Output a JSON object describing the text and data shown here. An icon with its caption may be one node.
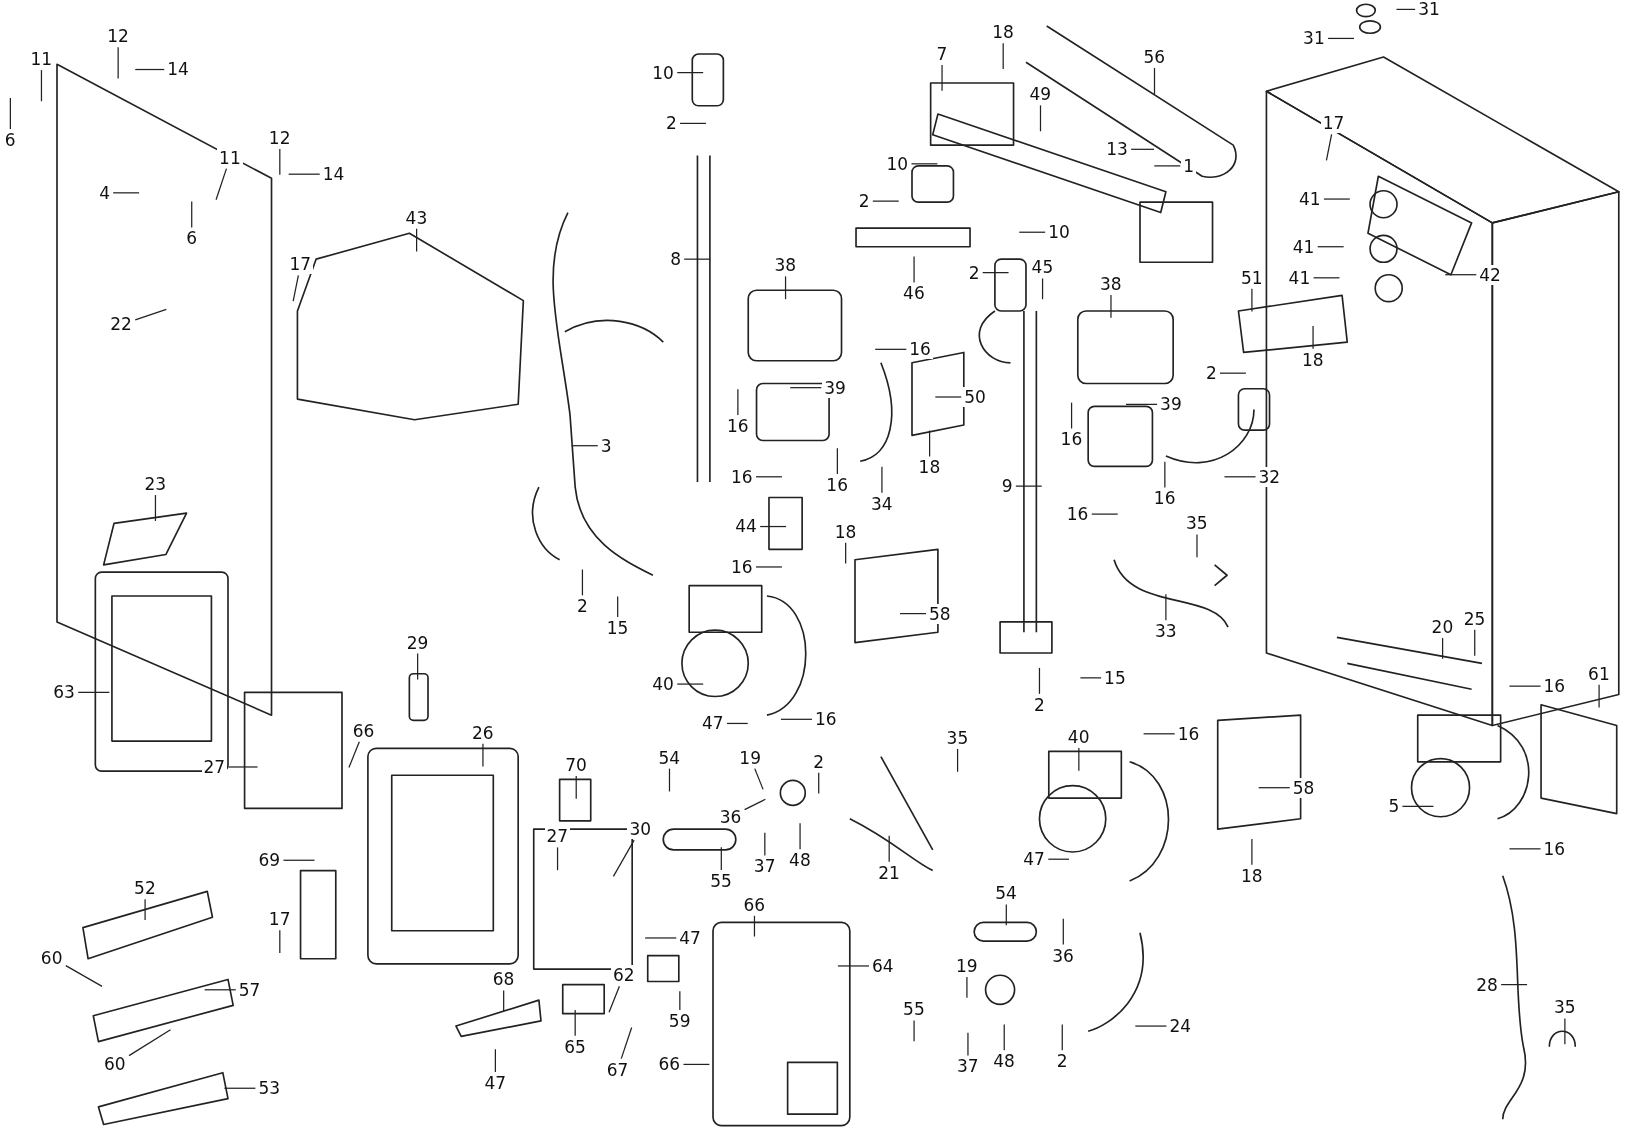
{
  "diagram": {
    "nodes": [
      {
        "text": [
          "11"
        ]
      },
      {
        "text": [
          "12"
        ]
      },
      {
        "text": [
          "14"
        ]
      },
      {
        "text": [
          "6"
        ]
      },
      {
        "text": [
          "11"
        ]
      },
      {
        "text": [
          "12"
        ]
      },
      {
        "text": [
          "14"
        ]
      },
      {
        "text": [
          "4"
        ]
      },
      {
        "text": [
          "6"
        ]
      },
      {
        "text": [
          "43"
        ]
      },
      {
        "text": [
          "22"
        ]
      },
      {
        "text": [
          "17"
        ]
      },
      {
        "text": [
          "23"
        ]
      },
      {
        "text": [
          "63"
        ]
      },
      {
        "text": [
          "27"
        ]
      },
      {
        "text": [
          "29"
        ]
      },
      {
        "text": [
          "66"
        ]
      },
      {
        "text": [
          "26"
        ]
      },
      {
        "text": [
          "69"
        ]
      },
      {
        "text": [
          "52"
        ]
      },
      {
        "text": [
          "17"
        ]
      },
      {
        "text": [
          "60"
        ]
      },
      {
        "text": [
          "57"
        ]
      },
      {
        "text": [
          "60"
        ]
      },
      {
        "text": [
          "53"
        ]
      },
      {
        "text": [
          "10"
        ]
      },
      {
        "text": [
          "2"
        ]
      },
      {
        "text": [
          "8"
        ]
      },
      {
        "text": [
          "2"
        ]
      },
      {
        "text": [
          "3"
        ]
      },
      {
        "text": [
          "2"
        ]
      },
      {
        "text": [
          "15"
        ]
      },
      {
        "text": [
          "38"
        ]
      },
      {
        "text": [
          "39"
        ]
      },
      {
        "text": [
          "16"
        ]
      },
      {
        "text": [
          "16"
        ]
      },
      {
        "text": [
          "16"
        ]
      },
      {
        "text": [
          "44"
        ]
      },
      {
        "text": [
          "16"
        ]
      },
      {
        "text": [
          "40"
        ]
      },
      {
        "text": [
          "16"
        ]
      },
      {
        "text": [
          "47"
        ]
      },
      {
        "text": [
          "54"
        ]
      },
      {
        "text": [
          "19"
        ]
      },
      {
        "text": [
          "2"
        ]
      },
      {
        "text": [
          "36"
        ]
      },
      {
        "text": [
          "35"
        ]
      },
      {
        "text": [
          "37"
        ]
      },
      {
        "text": [
          "48"
        ]
      },
      {
        "text": [
          "55"
        ]
      },
      {
        "text": [
          "21"
        ]
      },
      {
        "text": [
          "70"
        ]
      },
      {
        "text": [
          "27"
        ]
      },
      {
        "text": [
          "30"
        ]
      },
      {
        "text": [
          "47"
        ]
      },
      {
        "text": [
          "68"
        ]
      },
      {
        "text": [
          "62"
        ]
      },
      {
        "text": [
          "65"
        ]
      },
      {
        "text": [
          "67"
        ]
      },
      {
        "text": [
          "59"
        ]
      },
      {
        "text": [
          "47"
        ]
      },
      {
        "text": [
          "66"
        ]
      },
      {
        "text": [
          "64"
        ]
      },
      {
        "text": [
          "66"
        ]
      },
      {
        "text": [
          "7"
        ]
      },
      {
        "text": [
          "18"
        ]
      },
      {
        "text": [
          "56"
        ]
      },
      {
        "text": [
          "49"
        ]
      },
      {
        "text": [
          "10"
        ]
      },
      {
        "text": [
          "13"
        ]
      },
      {
        "text": [
          "1"
        ]
      },
      {
        "text": [
          "10"
        ]
      },
      {
        "text": [
          "2"
        ]
      },
      {
        "text": [
          "45"
        ]
      },
      {
        "text": [
          "46"
        ]
      },
      {
        "text": [
          "16"
        ]
      },
      {
        "text": [
          "50"
        ]
      },
      {
        "text": [
          "18"
        ]
      },
      {
        "text": [
          "34"
        ]
      },
      {
        "text": [
          "38"
        ]
      },
      {
        "text": [
          "39"
        ]
      },
      {
        "text": [
          "16"
        ]
      },
      {
        "text": [
          "16"
        ]
      },
      {
        "text": [
          "9"
        ]
      },
      {
        "text": [
          "16"
        ]
      },
      {
        "text": [
          "35"
        ]
      },
      {
        "text": [
          "18"
        ]
      },
      {
        "text": [
          "58"
        ]
      },
      {
        "text": [
          "33"
        ]
      },
      {
        "text": [
          "15"
        ]
      },
      {
        "text": [
          "2"
        ]
      },
      {
        "text": [
          "32"
        ]
      },
      {
        "text": [
          "40"
        ]
      },
      {
        "text": [
          "16"
        ]
      },
      {
        "text": [
          "47"
        ]
      },
      {
        "text": [
          "54"
        ]
      },
      {
        "text": [
          "36"
        ]
      },
      {
        "text": [
          "19"
        ]
      },
      {
        "text": [
          "55"
        ]
      },
      {
        "text": [
          "37"
        ]
      },
      {
        "text": [
          "48"
        ]
      },
      {
        "text": [
          "2"
        ]
      },
      {
        "text": [
          "24"
        ]
      },
      {
        "text": [
          "58"
        ]
      },
      {
        "text": [
          "18"
        ]
      },
      {
        "text": [
          "31"
        ]
      },
      {
        "text": [
          "31"
        ]
      },
      {
        "text": [
          "17"
        ]
      },
      {
        "text": [
          "41"
        ]
      },
      {
        "text": [
          "41"
        ]
      },
      {
        "text": [
          "41"
        ]
      },
      {
        "text": [
          "42"
        ]
      },
      {
        "text": [
          "51"
        ]
      },
      {
        "text": [
          "18"
        ]
      },
      {
        "text": [
          "2"
        ]
      },
      {
        "text": [
          "20"
        ]
      },
      {
        "text": [
          "25"
        ]
      },
      {
        "text": [
          "16"
        ]
      },
      {
        "text": [
          "61"
        ]
      },
      {
        "text": [
          "5"
        ]
      },
      {
        "text": [
          "16"
        ]
      },
      {
        "text": [
          "28"
        ]
      },
      {
        "text": [
          "35"
        ]
      }
    ],
    "edges": [
      {
        "from": 0,
        "to": null,
        "arrow": "none"
      },
      {
        "from": 1,
        "to": null,
        "arrow": "none"
      },
      {
        "from": 2,
        "to": null,
        "arrow": "none"
      },
      {
        "from": 3,
        "to": null,
        "arrow": "none"
      },
      {
        "from": 4,
        "to": null,
        "arrow": "none"
      },
      {
        "from": 5,
        "to": null,
        "arrow": "none"
      },
      {
        "from": 6,
        "to": null,
        "arrow": "none"
      },
      {
        "from": 7,
        "to": null,
        "arrow": "none"
      },
      {
        "from": 8,
        "to": null,
        "arrow": "none"
      },
      {
        "from": 9,
        "to": null,
        "arrow": "none"
      },
      {
        "from": 10,
        "to": null,
        "arrow": "none"
      },
      {
        "from": 11,
        "to": null,
        "arrow": "none"
      },
      {
        "from": 12,
        "to": null,
        "arrow": "none"
      },
      {
        "from": 13,
        "to": null,
        "arrow": "none"
      },
      {
        "from": 14,
        "to": null,
        "arrow": "none"
      },
      {
        "from": 15,
        "to": null,
        "arrow": "none"
      },
      {
        "from": 16,
        "to": null,
        "arrow": "none"
      },
      {
        "from": 17,
        "to": null,
        "arrow": "none"
      },
      {
        "from": 18,
        "to": null,
        "arrow": "none"
      },
      {
        "from": 19,
        "to": null,
        "arrow": "none"
      },
      {
        "from": 20,
        "to": null,
        "arrow": "none"
      },
      {
        "from": 21,
        "to": null,
        "arrow": "none"
      },
      {
        "from": 22,
        "to": null,
        "arrow": "none"
      },
      {
        "from": 23,
        "to": null,
        "arrow": "none"
      },
      {
        "from": 24,
        "to": null,
        "arrow": "none"
      },
      {
        "from": 25,
        "to": null,
        "arrow": "none"
      },
      {
        "from": 26,
        "to": null,
        "arrow": "none"
      },
      {
        "from": 27,
        "to": null,
        "arrow": "none"
      },
      {
        "from": 28,
        "to": null,
        "arrow": "none"
      },
      {
        "from": 29,
        "to": null,
        "arrow": "none"
      },
      {
        "from": 30,
        "to": null,
        "arrow": "none"
      },
      {
        "from": 31,
        "to": null,
        "arrow": "none"
      },
      {
        "from": 32,
        "to": null,
        "arrow": "none"
      },
      {
        "from": 33,
        "to": null,
        "arrow": "none"
      },
      {
        "from": 34,
        "to": null,
        "arrow": "none"
      },
      {
        "from": 35,
        "to": null,
        "arrow": "none"
      },
      {
        "from": 36,
        "to": null,
        "arrow": "none"
      },
      {
        "from": 37,
        "to": null,
        "arrow": "none"
      },
      {
        "from": 38,
        "to": null,
        "arrow": "none"
      },
      {
        "from": 39,
        "to": null,
        "arrow": "none"
      },
      {
        "from": 40,
        "to": null,
        "arrow": "none"
      },
      {
        "from": 41,
        "to": null,
        "arrow": "none"
      },
      {
        "from": 42,
        "to": null,
        "arrow": "none"
      },
      {
        "from": 43,
        "to": null,
        "arrow": "none"
      },
      {
        "from": 44,
        "to": null,
        "arrow": "none"
      },
      {
        "from": 45,
        "to": null,
        "arrow": "none"
      },
      {
        "from": 46,
        "to": null,
        "arrow": "none"
      },
      {
        "from": 47,
        "to": null,
        "arrow": "none"
      },
      {
        "from": 48,
        "to": null,
        "arrow": "none"
      },
      {
        "from": 49,
        "to": null,
        "arrow": "none"
      },
      {
        "from": 50,
        "to": null,
        "arrow": "none"
      },
      {
        "from": 51,
        "to": null,
        "arrow": "none"
      },
      {
        "from": 52,
        "to": null,
        "arrow": "none"
      },
      {
        "from": 53,
        "to": null,
        "arrow": "none"
      },
      {
        "from": 54,
        "to": null,
        "arrow": "none"
      },
      {
        "from": 55,
        "to": null,
        "arrow": "none"
      },
      {
        "from": 56,
        "to": null,
        "arrow": "none"
      },
      {
        "from": 57,
        "to": null,
        "arrow": "none"
      },
      {
        "from": 58,
        "to": null,
        "arrow": "none"
      },
      {
        "from": 59,
        "to": null,
        "arrow": "none"
      },
      {
        "from": 60,
        "to": null,
        "arrow": "none"
      },
      {
        "from": 61,
        "to": null,
        "arrow": "none"
      },
      {
        "from": 62,
        "to": null,
        "arrow": "none"
      },
      {
        "from": 63,
        "to": null,
        "arrow": "none"
      },
      {
        "from": 64,
        "to": null,
        "arrow": "none"
      },
      {
        "from": 65,
        "to": null,
        "arrow": "none"
      },
      {
        "from": 66,
        "to": null,
        "arrow": "none"
      },
      {
        "from": 67,
        "to": null,
        "arrow": "none"
      },
      {
        "from": 68,
        "to": null,
        "arrow": "none"
      },
      {
        "from": 69,
        "to": null,
        "arrow": "none"
      },
      {
        "from": 70,
        "to": null,
        "arrow": "none"
      },
      {
        "from": 71,
        "to": null,
        "arrow": "none"
      },
      {
        "from": 72,
        "to": null,
        "arrow": "none"
      },
      {
        "from": 73,
        "to": null,
        "arrow": "none"
      },
      {
        "from": 74,
        "to": null,
        "arrow": "none"
      },
      {
        "from": 75,
        "to": null,
        "arrow": "none"
      },
      {
        "from": 76,
        "to": null,
        "arrow": "none"
      },
      {
        "from": 77,
        "to": null,
        "arrow": "none"
      },
      {
        "from": 78,
        "to": null,
        "arrow": "none"
      },
      {
        "from": 79,
        "to": null,
        "arrow": "none"
      },
      {
        "from": 80,
        "to": null,
        "arrow": "none"
      },
      {
        "from": 81,
        "to": null,
        "arrow": "none"
      },
      {
        "from": 82,
        "to": null,
        "arrow": "none"
      },
      {
        "from": 83,
        "to": null,
        "arrow": "none"
      },
      {
        "from": 84,
        "to": null,
        "arrow": "none"
      },
      {
        "from": 85,
        "to": null,
        "arrow": "none"
      },
      {
        "from": 86,
        "to": null,
        "arrow": "none"
      },
      {
        "from": 87,
        "to": null,
        "arrow": "none"
      },
      {
        "from": 88,
        "to": null,
        "arrow": "none"
      },
      {
        "from": 89,
        "to": null,
        "arrow": "none"
      },
      {
        "from": 90,
        "to": null,
        "arrow": "none"
      },
      {
        "from": 91,
        "to": null,
        "arrow": "none"
      },
      {
        "from": 92,
        "to": null,
        "arrow": "none"
      },
      {
        "from": 93,
        "to": null,
        "arrow": "none"
      },
      {
        "from": 94,
        "to": null,
        "arrow": "none"
      },
      {
        "from": 95,
        "to": null,
        "arrow": "none"
      },
      {
        "from": 96,
        "to": null,
        "arrow": "none"
      },
      {
        "from": 97,
        "to": null,
        "arrow": "none"
      },
      {
        "from": 98,
        "to": null,
        "arrow": "none"
      },
      {
        "from": 99,
        "to": null,
        "arrow": "none"
      },
      {
        "from": 100,
        "to": null,
        "arrow": "none"
      },
      {
        "from": 101,
        "to": null,
        "arrow": "none"
      },
      {
        "from": 102,
        "to": null,
        "arrow": "none"
      },
      {
        "from": 103,
        "to": null,
        "arrow": "none"
      },
      {
        "from": 104,
        "to": null,
        "arrow": "none"
      },
      {
        "from": 105,
        "to": null,
        "arrow": "none"
      },
      {
        "from": 106,
        "to": null,
        "arrow": "none"
      },
      {
        "from": 107,
        "to": null,
        "arrow": "none"
      },
      {
        "from": 108,
        "to": null,
        "arrow": "none"
      },
      {
        "from": 109,
        "to": null,
        "arrow": "none"
      },
      {
        "from": 110,
        "to": null,
        "arrow": "none"
      },
      {
        "from": 111,
        "to": null,
        "arrow": "none"
      },
      {
        "from": 112,
        "to": null,
        "arrow": "none"
      },
      {
        "from": 113,
        "to": null,
        "arrow": "none"
      },
      {
        "from": 114,
        "to": null,
        "arrow": "none"
      },
      {
        "from": 115,
        "to": null,
        "arrow": "none"
      },
      {
        "from": 116,
        "to": null,
        "arrow": "none"
      },
      {
        "from": 117,
        "to": null,
        "arrow": "none"
      },
      {
        "from": 118,
        "to": null,
        "arrow": "none"
      },
      {
        "from": 119,
        "to": null,
        "arrow": "none"
      },
      {
        "from": 120,
        "to": null,
        "arrow": "none"
      },
      {
        "from": 121,
        "to": null,
        "arrow": "none"
      },
      {
        "from": 122,
        "to": null,
        "arrow": "none"
      }
    ]
  }
}
